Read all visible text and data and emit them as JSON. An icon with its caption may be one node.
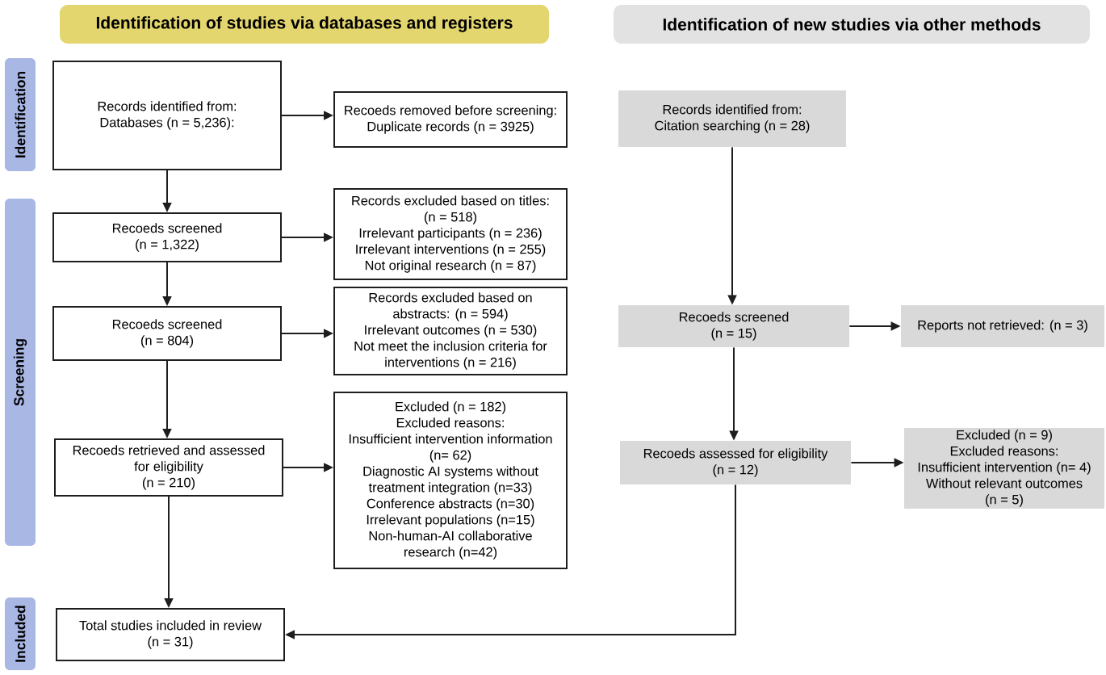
{
  "diagram": {
    "nodes": [
      {
        "text": [
          "Identification of studies via databases and registers"
        ]
      },
      {
        "text": [
          "Identification of new studies via other methods"
        ]
      },
      {
        "text": [
          "Identification"
        ]
      },
      {
        "text": [
          "Screening"
        ]
      },
      {
        "text": [
          "Included"
        ]
      },
      {
        "text": [
          "Records identified from:",
          "Databases (n = 5,236):"
        ]
      },
      {
        "text": [
          "Recoeds removed before screening:",
          "Duplicate records (n = 3925)"
        ]
      },
      {
        "text": [
          "Recoeds screened",
          "(n = 1,322)"
        ]
      },
      {
        "text": [
          "Records excluded based on titles: (n = 518)",
          "Irrelevant participants (n = 236)",
          "Irrelevant interventions (n = 255)",
          "Not original research (n = 87)"
        ]
      },
      {
        "text": [
          "Recoeds screened",
          "(n = 804)"
        ]
      },
      {
        "text": [
          "Records excluded based on abstracts: (n = 594)",
          "Irrelevant outcomes (n = 530)",
          "Not meet the inclusion criteria for interventions (n = 216)"
        ]
      },
      {
        "text": [
          "Recoeds retrieved and assessed for eligibility",
          "(n = 210)"
        ]
      },
      {
        "text": [
          "Excluded (n = 182)",
          "Excluded reasons:",
          "Insufficient intervention information (n= 62)",
          "Diagnostic AI systems without treatment integration (n=33)",
          "Conference abstracts (n=30)",
          "Irrelevant populations (n=15)",
          "Non-human-AI collaborative research (n=42)"
        ]
      },
      {
        "text": [
          "Total studies included in review",
          "(n = 31)"
        ]
      },
      {
        "text": [
          "Records identified from:",
          "Citation searching (n = 28)"
        ]
      },
      {
        "text": [
          "Recoeds screened",
          "(n = 15)"
        ]
      },
      {
        "text": [
          "Reports not retrieved: (n = 3)"
        ]
      },
      {
        "text": [
          "Recoeds assessed for eligibility",
          "(n = 12)"
        ]
      },
      {
        "text": [
          "Excluded (n = 9)",
          "Excluded reasons:",
          "Insufficient intervention (n= 4)",
          "Without relevant outcomes",
          "(n = 5)"
        ]
      }
    ],
    "edges": [
      {
        "from": 5,
        "to": 6,
        "arrow": "to"
      },
      {
        "from": 5,
        "to": 7,
        "arrow": "to"
      },
      {
        "from": 7,
        "to": 8,
        "arrow": "to"
      },
      {
        "from": 7,
        "to": 9,
        "arrow": "to"
      },
      {
        "from": 9,
        "to": 10,
        "arrow": "to"
      },
      {
        "from": 9,
        "to": 11,
        "arrow": "to"
      },
      {
        "from": 11,
        "to": 12,
        "arrow": "to"
      },
      {
        "from": 11,
        "to": 13,
        "arrow": "to"
      },
      {
        "from": 14,
        "to": 15,
        "arrow": "to"
      },
      {
        "from": 15,
        "to": 16,
        "arrow": "to"
      },
      {
        "from": 15,
        "to": 17,
        "arrow": "to"
      },
      {
        "from": 17,
        "to": 18,
        "arrow": "to"
      },
      {
        "from": 17,
        "to": 13,
        "arrow": "to"
      }
    ]
  }
}
